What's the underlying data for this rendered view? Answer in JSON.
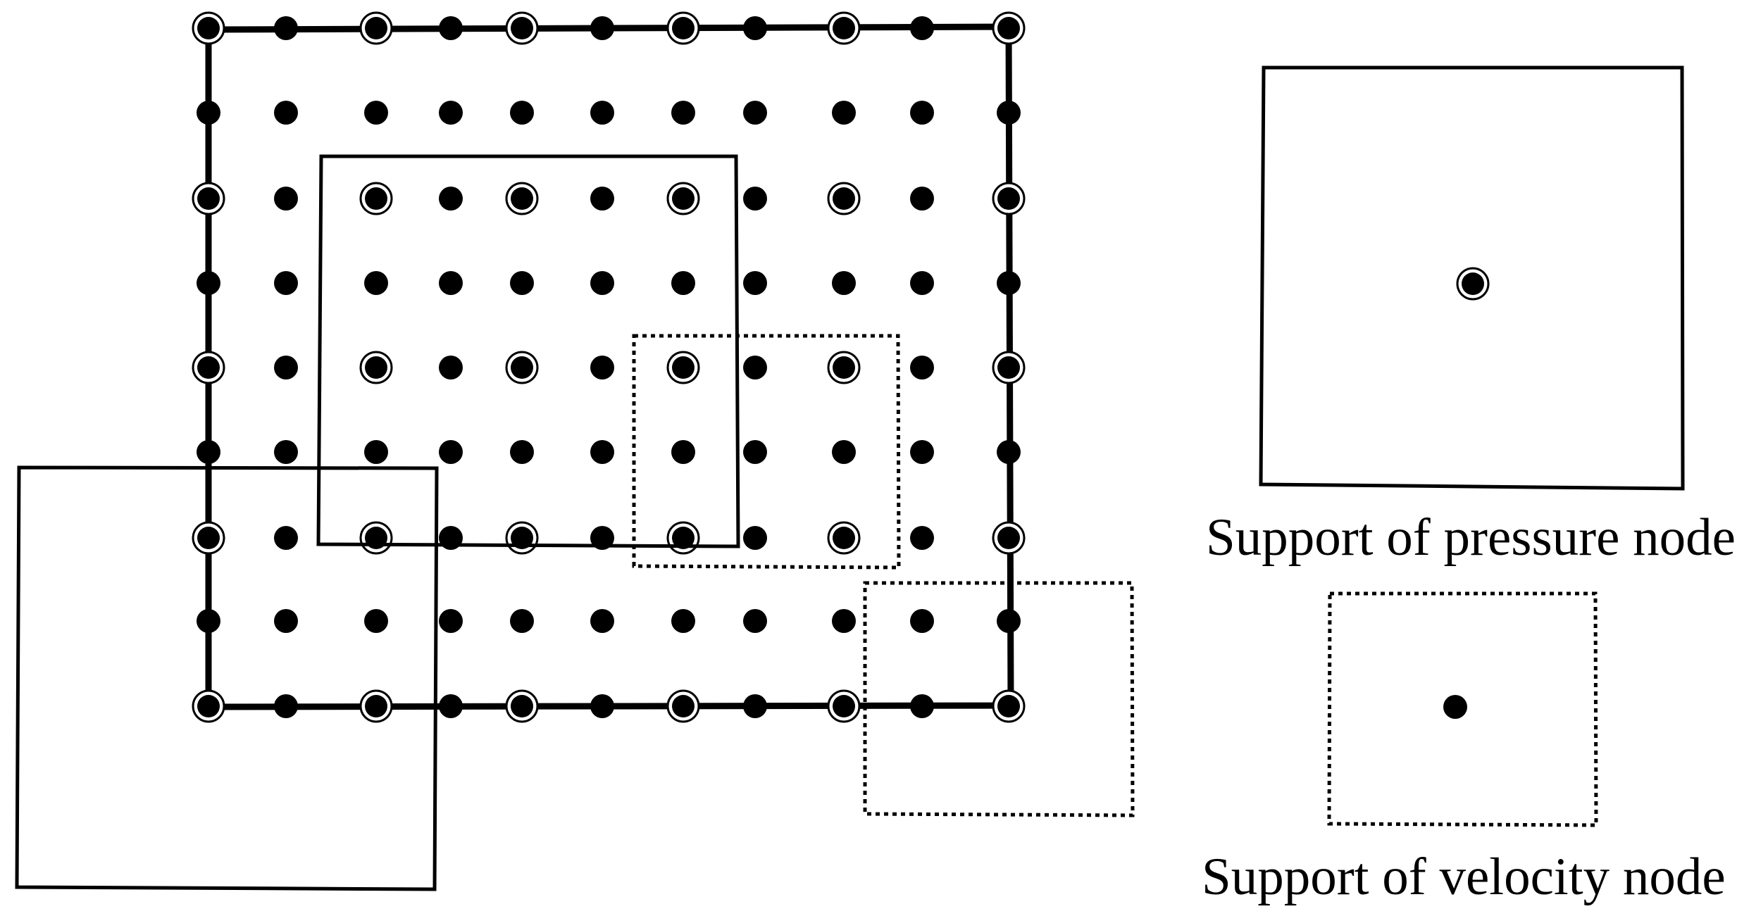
{
  "diagram": {
    "legend": {
      "pressure_caption": "Support of pressure node",
      "velocity_caption": "Support of velocity node"
    },
    "grid": {
      "rows": 9,
      "columns": 11,
      "pressure_rows": [
        0,
        2,
        4,
        6,
        8
      ],
      "pressure_columns": [
        0,
        2,
        4,
        6,
        8,
        10
      ]
    },
    "colors": {
      "ink": "#000000",
      "background": "#ffffff"
    }
  }
}
